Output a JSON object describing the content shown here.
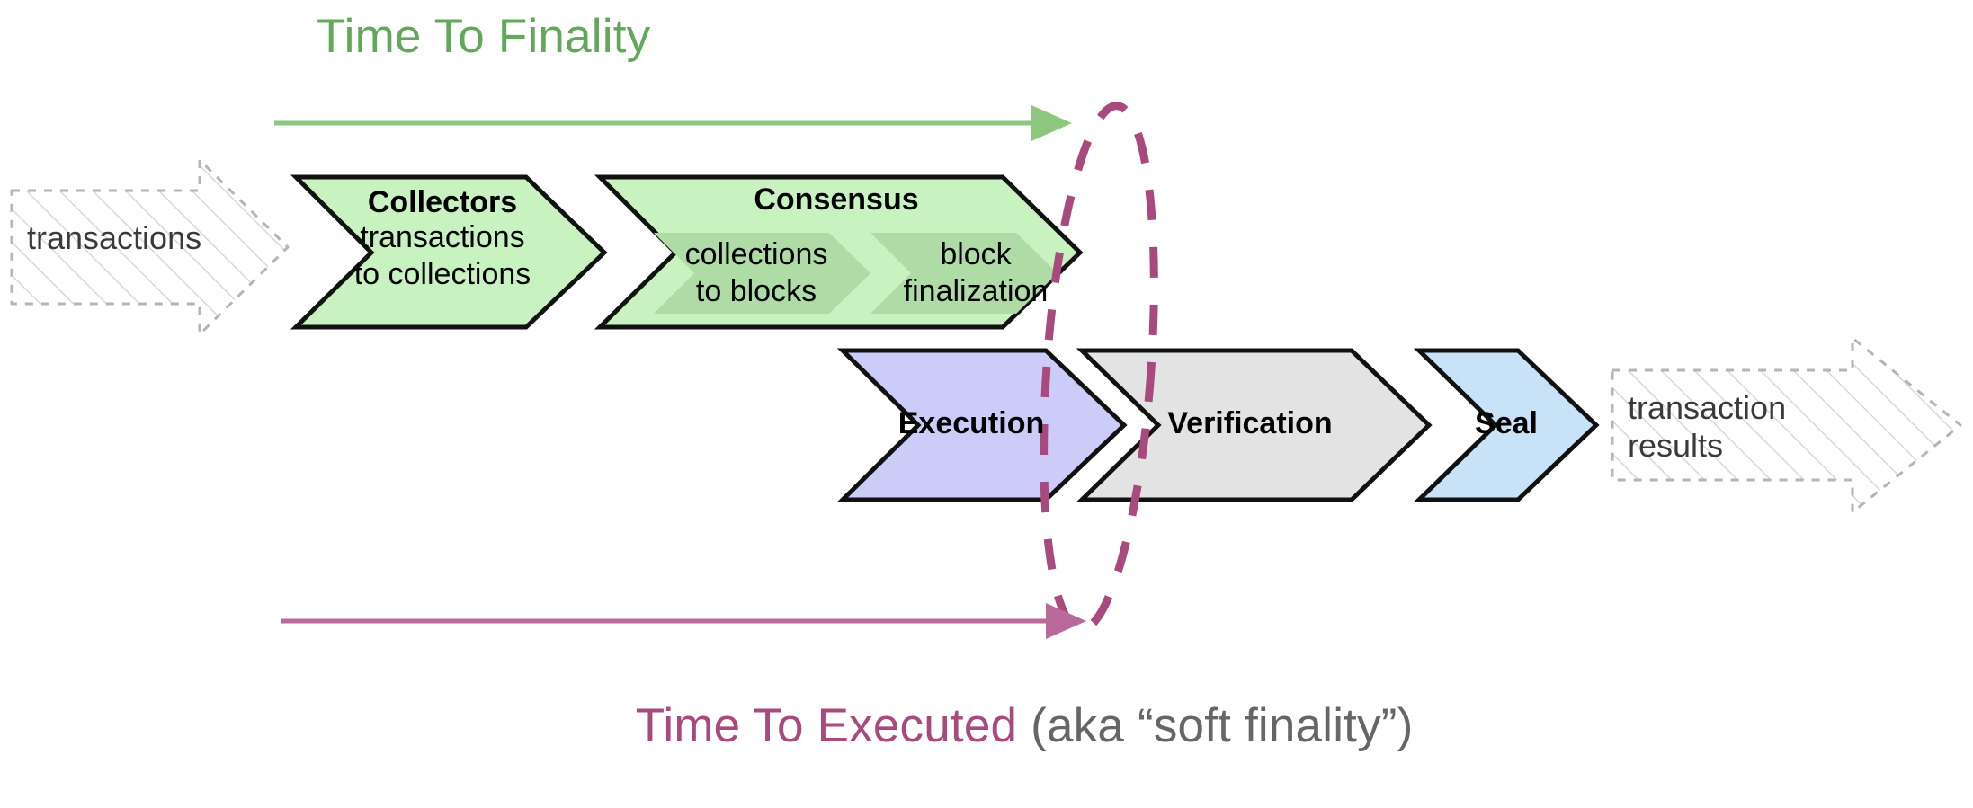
{
  "diagram": {
    "title_top": "Time To Finality",
    "bottom": {
      "strong": "Time To Executed",
      "soft": " (aka “soft finality”)"
    },
    "io": {
      "input_label": "transactions",
      "output_label": "transaction\nresults"
    },
    "stages": {
      "collectors": {
        "title": "Collectors",
        "sub_line1": "transactions",
        "sub_line2": "to collections"
      },
      "consensus": {
        "title": "Consensus",
        "sub_a_line1": "collections",
        "sub_a_line2": "to blocks",
        "sub_b_line1": "block",
        "sub_b_line2": "finalization"
      },
      "execution": {
        "title": "Execution"
      },
      "verification": {
        "title": "Verification"
      },
      "seal": {
        "title": "Seal"
      }
    },
    "colors": {
      "green_text": "#63a85a",
      "green_fill": "#c8f2c0",
      "green_sub_fill": "#aedba6",
      "purple_accent": "#a84a7e",
      "lavender_fill": "#ccccf9",
      "gray_fill": "#e3e3e3",
      "blue_fill": "#c8e2f8",
      "outline": "#000000",
      "io_hatch": "#bdbdbd",
      "soft_text": "#666666"
    }
  }
}
